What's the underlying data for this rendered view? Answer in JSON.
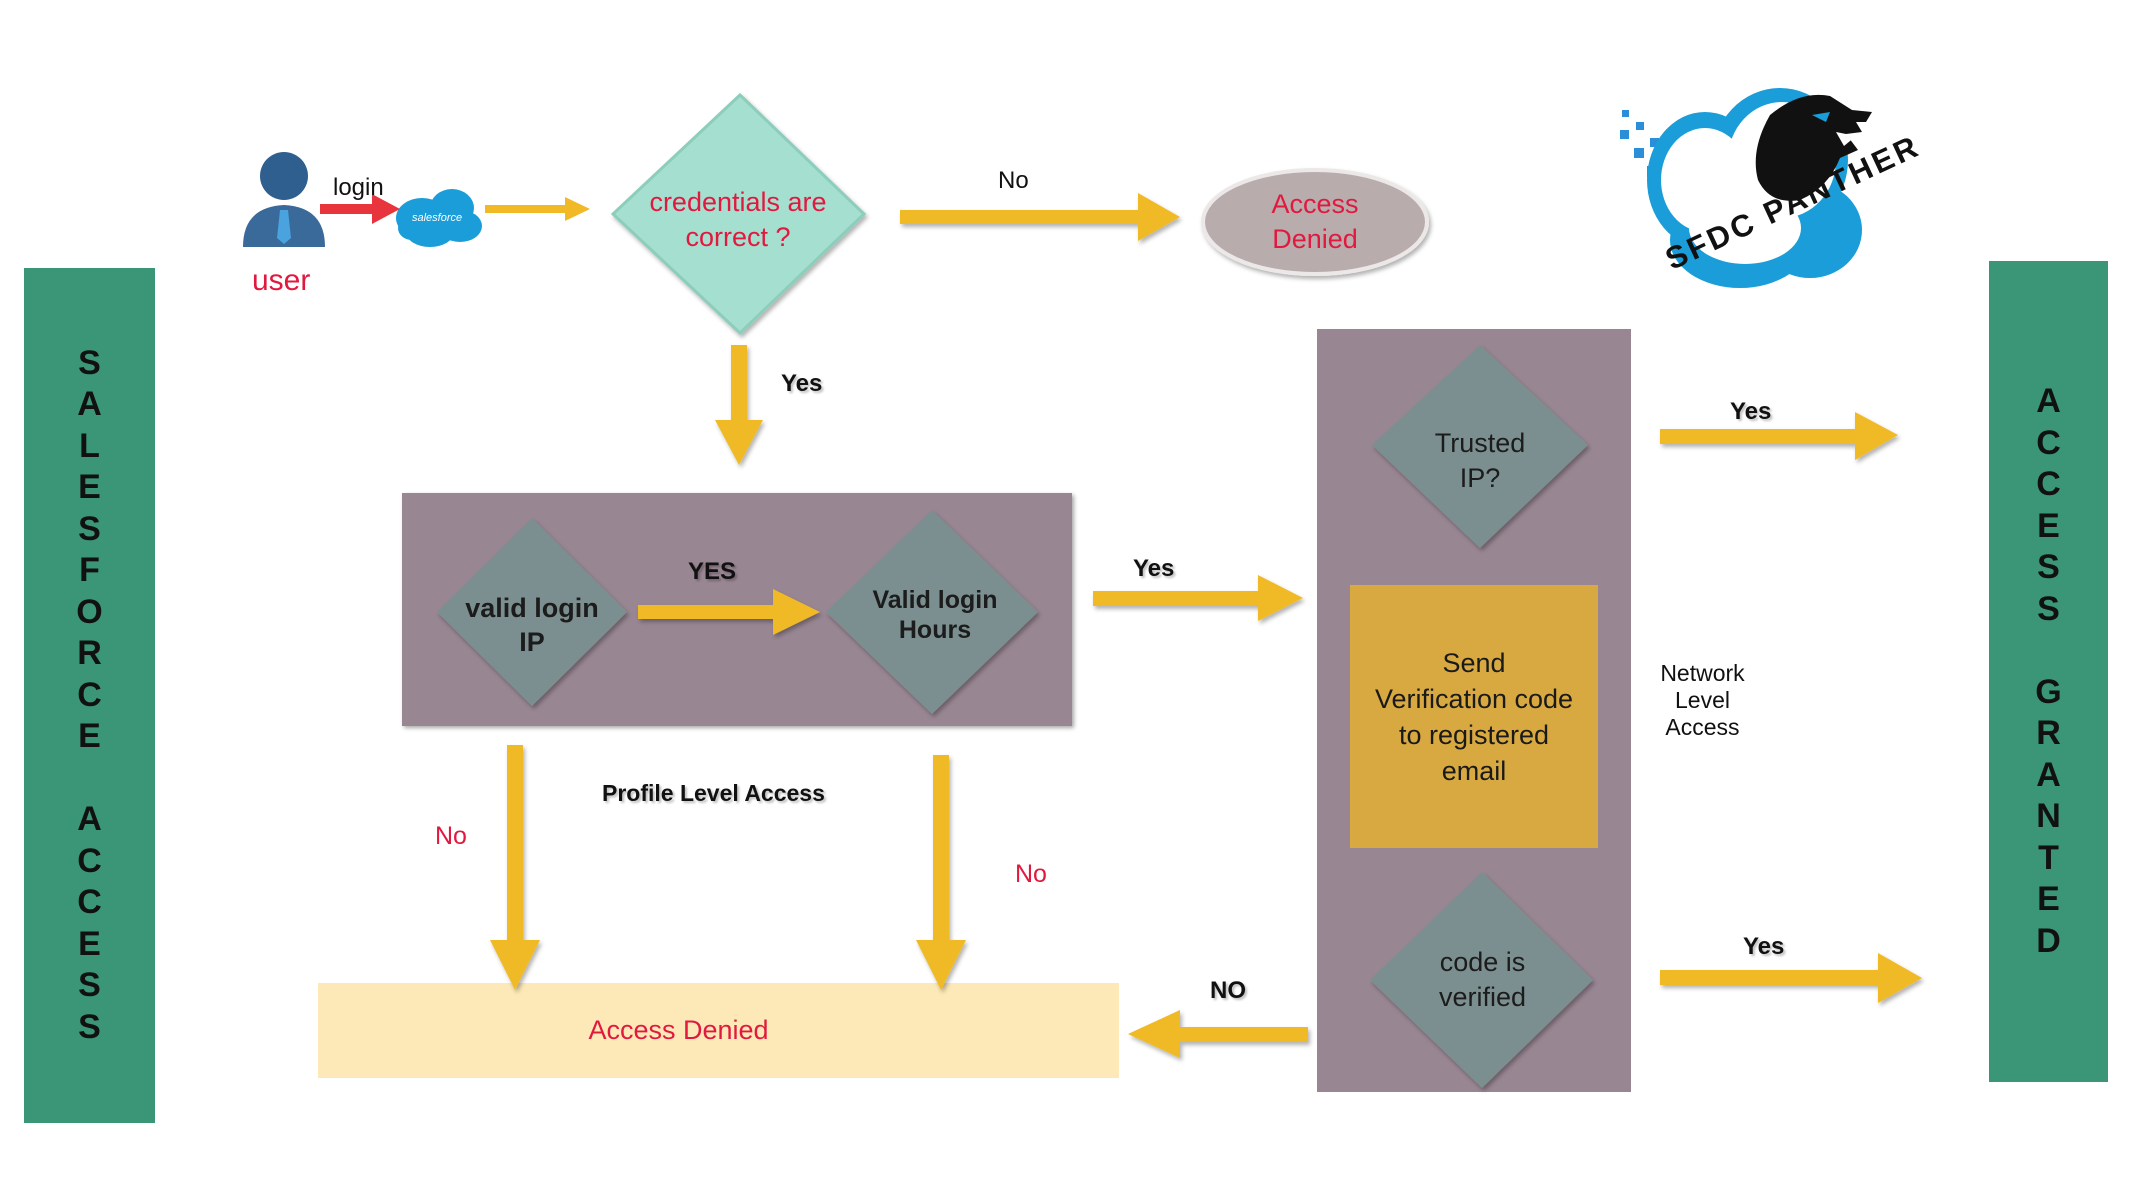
{
  "left_bar": {
    "text": "S\nA\nL\nE\nS\nF\nO\nR\nC\nE\n\nA\nC\nC\nE\nS\nS"
  },
  "right_bar": {
    "text": "A\nC\nC\nE\nS\nS\n\nG\nR\nA\nN\nT\nE\nD"
  },
  "user": {
    "label": "user",
    "login_label": "login",
    "salesforce_label": "salesforce"
  },
  "credentials": {
    "question": "credentials are correct ?",
    "no_label": "No",
    "yes_label": "Yes"
  },
  "access_denied_top": "Access Denied",
  "profile": {
    "valid_ip": "valid login IP",
    "yes_label": "YES",
    "valid_hours": "Valid login Hours",
    "to_network_yes": "Yes",
    "caption": "Profile Level Access",
    "no_left": "No",
    "no_right": "No"
  },
  "access_denied_bottom": "Access Denied",
  "network": {
    "trusted_ip": "Trusted IP?",
    "trusted_yes": "Yes",
    "verification": "Send Verification code to registered email",
    "code_verified": "code is verified",
    "code_yes": "Yes",
    "code_no": "NO",
    "caption": "Network Level Access"
  },
  "logo": {
    "text": "SFDC PANTHER"
  },
  "colors": {
    "arrow": "#f0b925",
    "login_arrow": "#e8343c",
    "sidebar": "#3a9677",
    "panel": "#998693",
    "diamond_grey": "#7c8f90",
    "diamond_teal": "#a5dfd0",
    "denied_ellipse": "#b8acad",
    "denied_box": "#fde9b8",
    "verify_box": "#d9a941",
    "red_text": "#e2193f"
  }
}
